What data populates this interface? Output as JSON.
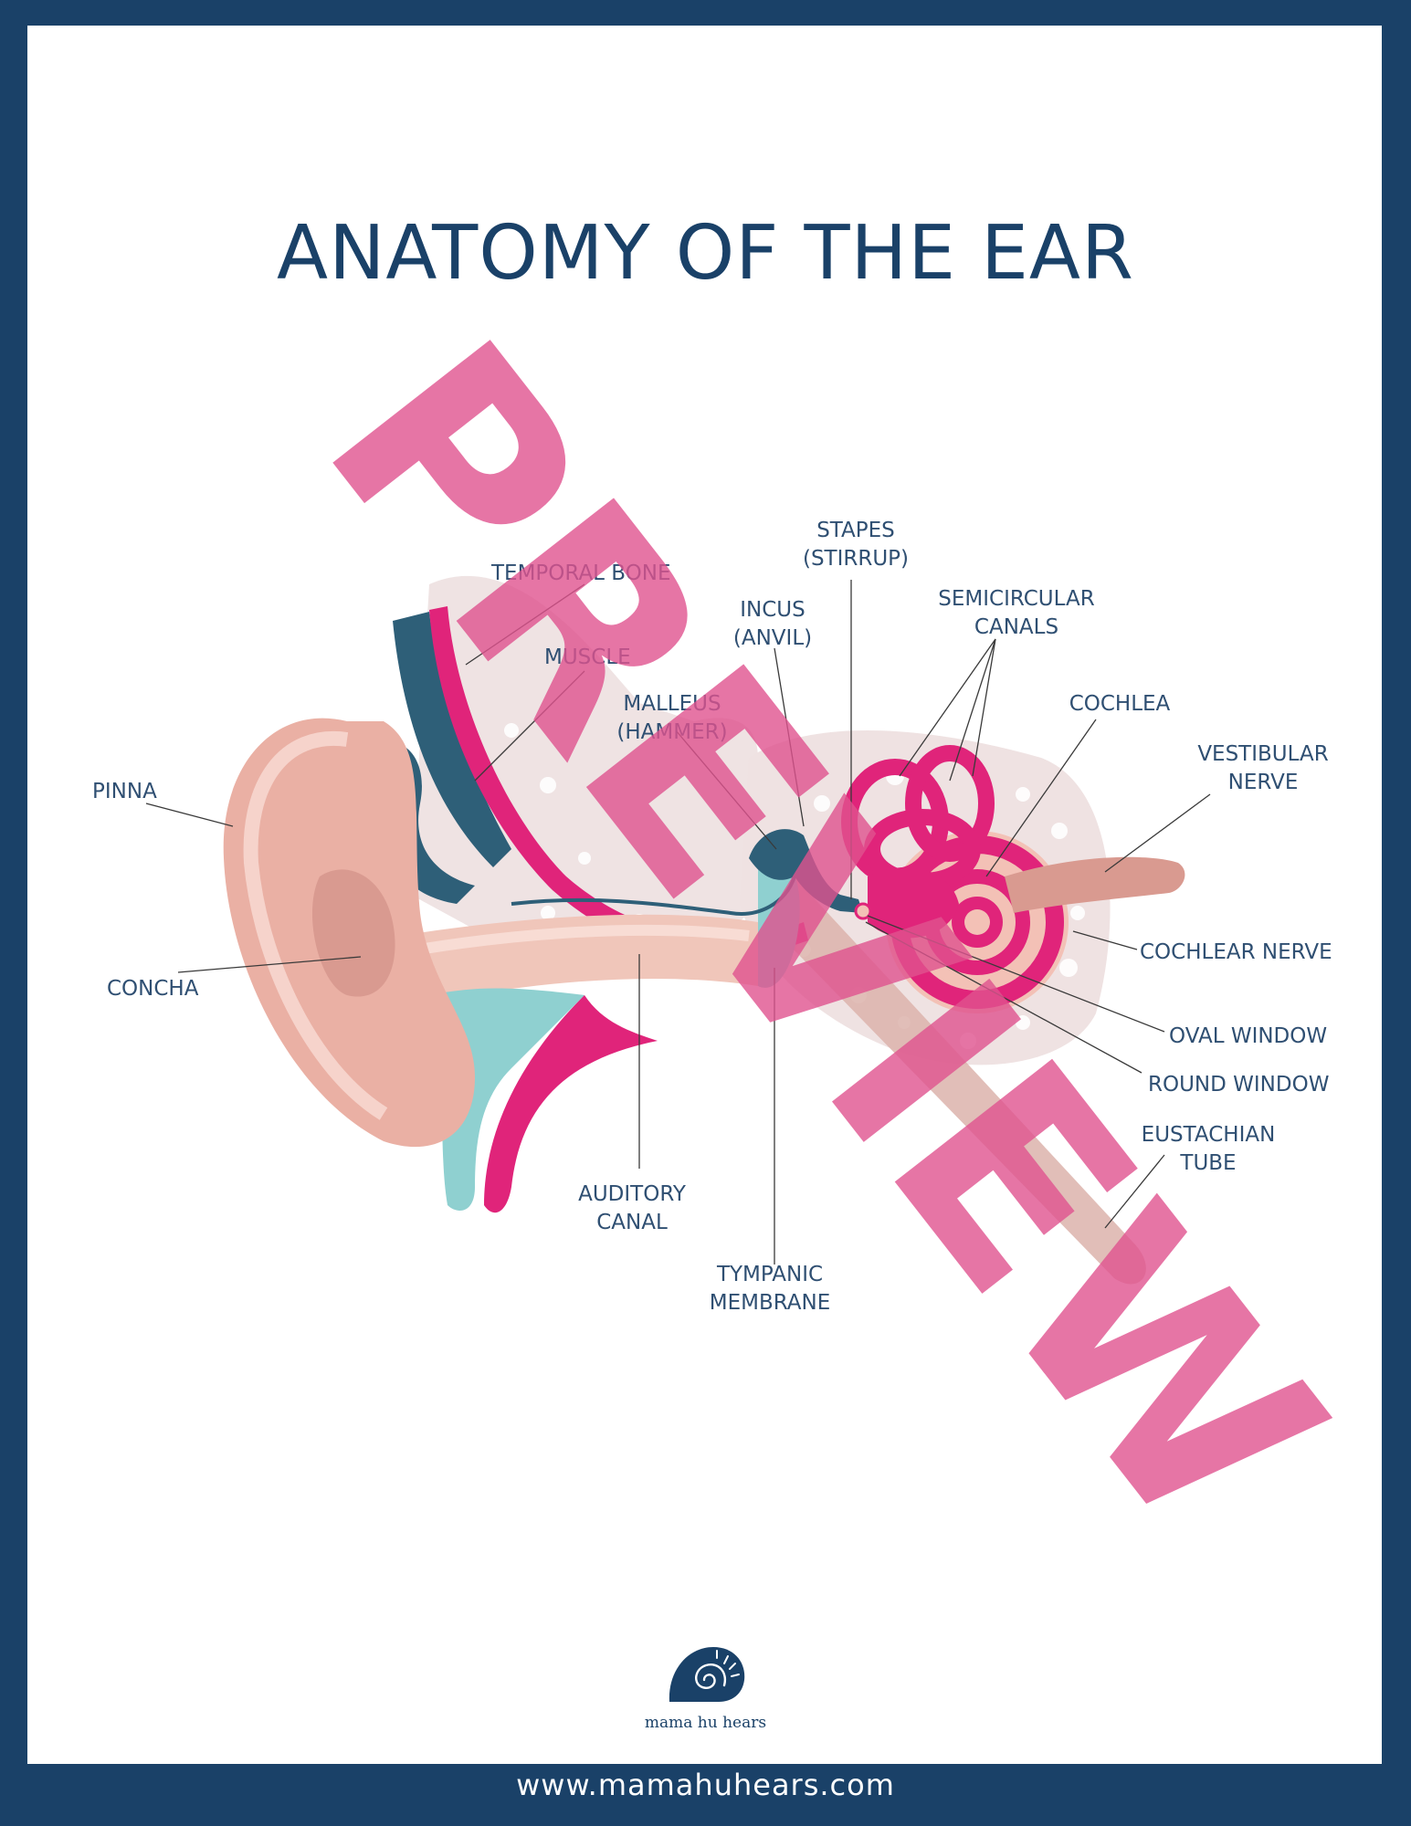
{
  "title": "ANATOMY OF THE EAR",
  "labels": {
    "temporal_bone": "TEMPORAL BONE",
    "muscle": "MUSCLE",
    "malleus_1": "MALLEUS",
    "malleus_2": "(HAMMER)",
    "incus_1": "INCUS",
    "incus_2": "(ANVIL)",
    "stapes_1": "STAPES",
    "stapes_2": "(STIRRUP)",
    "semicircular_1": "SEMICIRCULAR",
    "semicircular_2": "CANALS",
    "cochlea": "COCHLEA",
    "vestibular_1": "VESTIBULAR",
    "vestibular_2": "NERVE",
    "pinna": "PINNA",
    "concha": "CONCHA",
    "cochlear_nerve": "COCHLEAR NERVE",
    "oval_window": "OVAL WINDOW",
    "round_window": "ROUND WINDOW",
    "eustachian_1": "EUSTACHIAN",
    "eustachian_2": "TUBE",
    "auditory_1": "AUDITORY",
    "auditory_2": "CANAL",
    "tympanic_1": "TYMPANIC",
    "tympanic_2": "MEMBRANE"
  },
  "watermark": "PREVIEW",
  "logo_text": "mama hu hears",
  "footer": "www.mamahuhears.com",
  "colors": {
    "frame": "#1a4168",
    "accent_pink": "#e0247a",
    "skin": "#eab0a4",
    "teal": "#8fd0d0",
    "bone": "#efe2e2"
  }
}
